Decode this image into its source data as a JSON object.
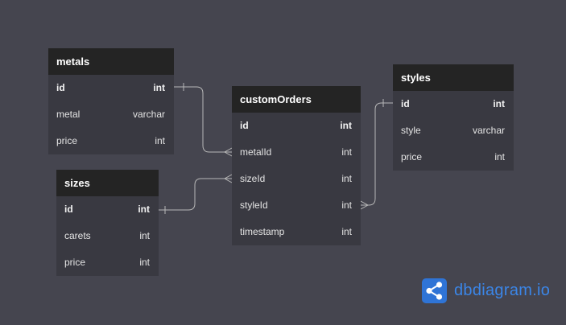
{
  "tables": {
    "metals": {
      "name": "metals",
      "columns": [
        {
          "name": "id",
          "type": "int"
        },
        {
          "name": "metal",
          "type": "varchar"
        },
        {
          "name": "price",
          "type": "int"
        }
      ]
    },
    "sizes": {
      "name": "sizes",
      "columns": [
        {
          "name": "id",
          "type": "int"
        },
        {
          "name": "carets",
          "type": "int"
        },
        {
          "name": "price",
          "type": "int"
        }
      ]
    },
    "customOrders": {
      "name": "customOrders",
      "columns": [
        {
          "name": "id",
          "type": "int"
        },
        {
          "name": "metalId",
          "type": "int"
        },
        {
          "name": "sizeId",
          "type": "int"
        },
        {
          "name": "styleId",
          "type": "int"
        },
        {
          "name": "timestamp",
          "type": "int"
        }
      ]
    },
    "styles": {
      "name": "styles",
      "columns": [
        {
          "name": "id",
          "type": "int"
        },
        {
          "name": "style",
          "type": "varchar"
        },
        {
          "name": "price",
          "type": "int"
        }
      ]
    }
  },
  "relationships": [
    {
      "from": "metals.id",
      "to": "customOrders.metalId",
      "cardinality": "one-to-many"
    },
    {
      "from": "sizes.id",
      "to": "customOrders.sizeId",
      "cardinality": "one-to-many"
    },
    {
      "from": "styles.id",
      "to": "customOrders.styleId",
      "cardinality": "one-to-many"
    }
  ],
  "branding": {
    "logo_text": "dbdiagram.io",
    "logo_color": "#3b86e8",
    "icon_bg": "#2f74d6"
  },
  "colors": {
    "canvas": "#45454f",
    "header": "#242424",
    "body": "#393941",
    "connector": "#b8b8b8"
  }
}
